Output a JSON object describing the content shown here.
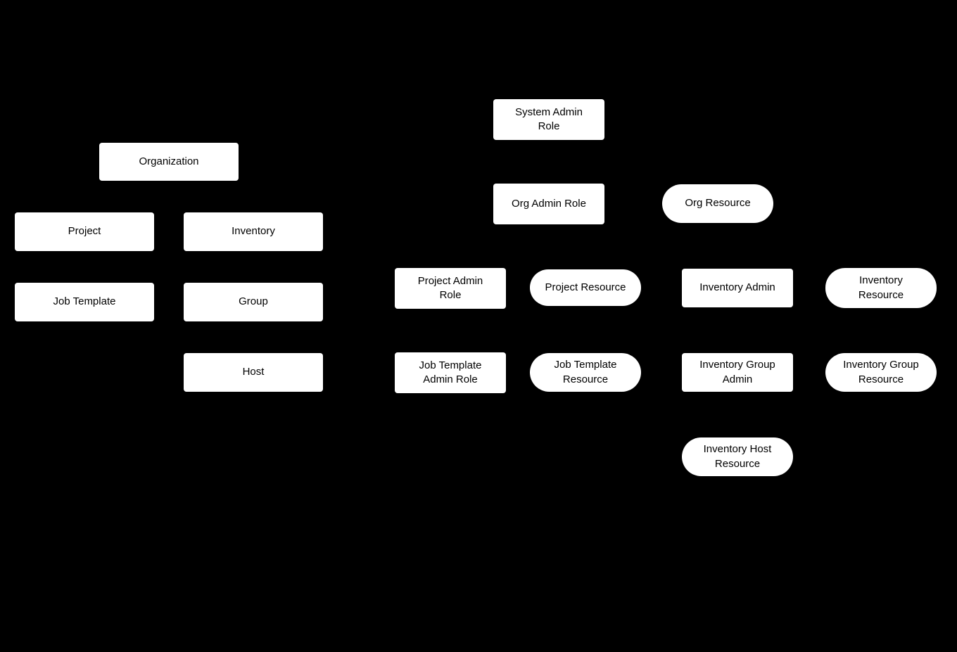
{
  "diagram": {
    "colors": {
      "background": "#000000",
      "node_fill": "#ffffff",
      "node_text": "#000000"
    },
    "nodes": {
      "organization": {
        "label": "Organization",
        "shape": "rect"
      },
      "project": {
        "label": "Project",
        "shape": "rect"
      },
      "inventory": {
        "label": "Inventory",
        "shape": "rect"
      },
      "job_template": {
        "label": "Job Template",
        "shape": "rect"
      },
      "group": {
        "label": "Group",
        "shape": "rect"
      },
      "host": {
        "label": "Host",
        "shape": "rect"
      },
      "system_admin_role": {
        "label": "System Admin Role",
        "shape": "rect"
      },
      "org_admin_role": {
        "label": "Org Admin Role",
        "shape": "rect"
      },
      "org_resource": {
        "label": "Org Resource",
        "shape": "pill"
      },
      "project_admin_role": {
        "label": "Project Admin Role",
        "shape": "rect"
      },
      "project_resource": {
        "label": "Project Resource",
        "shape": "pill"
      },
      "inventory_admin": {
        "label": "Inventory Admin",
        "shape": "rect"
      },
      "inventory_resource": {
        "label": "Inventory Resource",
        "shape": "pill"
      },
      "job_template_admin_role": {
        "label": "Job Template Admin Role",
        "shape": "rect"
      },
      "job_template_resource": {
        "label": "Job Template Resource",
        "shape": "pill"
      },
      "inventory_group_admin": {
        "label": "Inventory Group Admin",
        "shape": "rect"
      },
      "inventory_group_resource": {
        "label": "Inventory Group Resource",
        "shape": "pill"
      },
      "inventory_host_resource": {
        "label": "Inventory Host Resource",
        "shape": "pill"
      }
    }
  }
}
